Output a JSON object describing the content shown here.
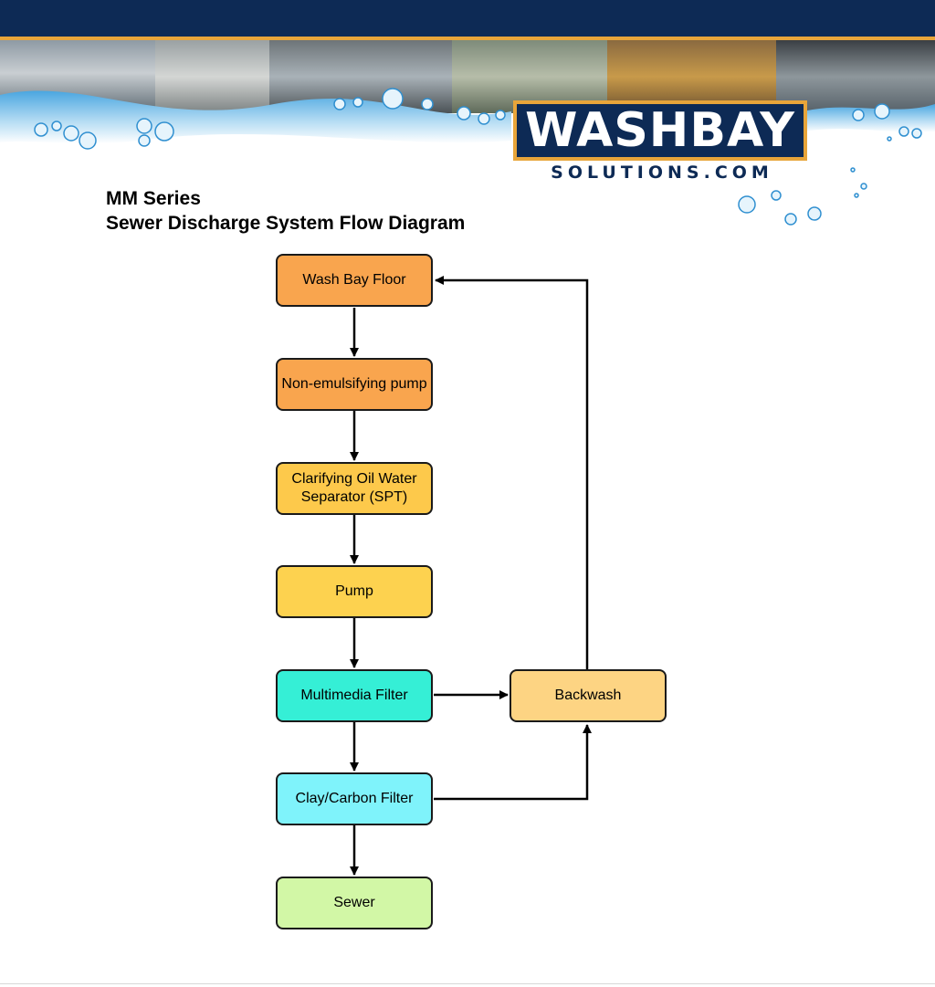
{
  "logo": {
    "main": "WASHBAY",
    "sub": "SOLUTIONS.COM"
  },
  "title": {
    "line1": "MM Series",
    "line2": "Sewer Discharge System Flow Diagram"
  },
  "nodes": {
    "wash_bay_floor": {
      "label": "Wash Bay Floor",
      "color": "#f9a54e"
    },
    "non_emulsifying_pump": {
      "label": "Non-emulsifying pump",
      "color": "#f9a54e"
    },
    "separator": {
      "label": "Clarifying Oil Water Separator (SPT)",
      "color": "#fdc94b"
    },
    "pump": {
      "label": "Pump",
      "color": "#fdd24f"
    },
    "multimedia_filter": {
      "label": "Multimedia Filter",
      "color": "#35efd6"
    },
    "clay_carbon_filter": {
      "label": "Clay/Carbon Filter",
      "color": "#7ff3fb"
    },
    "sewer": {
      "label": "Sewer",
      "color": "#d2f7a6"
    },
    "backwash": {
      "label": "Backwash",
      "color": "#fdd483"
    }
  },
  "edges": [
    [
      "wash_bay_floor",
      "non_emulsifying_pump"
    ],
    [
      "non_emulsifying_pump",
      "separator"
    ],
    [
      "separator",
      "pump"
    ],
    [
      "pump",
      "multimedia_filter"
    ],
    [
      "multimedia_filter",
      "clay_carbon_filter"
    ],
    [
      "clay_carbon_filter",
      "sewer"
    ],
    [
      "multimedia_filter",
      "backwash"
    ],
    [
      "clay_carbon_filter",
      "backwash"
    ],
    [
      "backwash",
      "wash_bay_floor"
    ]
  ],
  "colors": {
    "navy": "#0d2a55",
    "gold": "#e8a53a",
    "water": "#2f8fd0"
  }
}
